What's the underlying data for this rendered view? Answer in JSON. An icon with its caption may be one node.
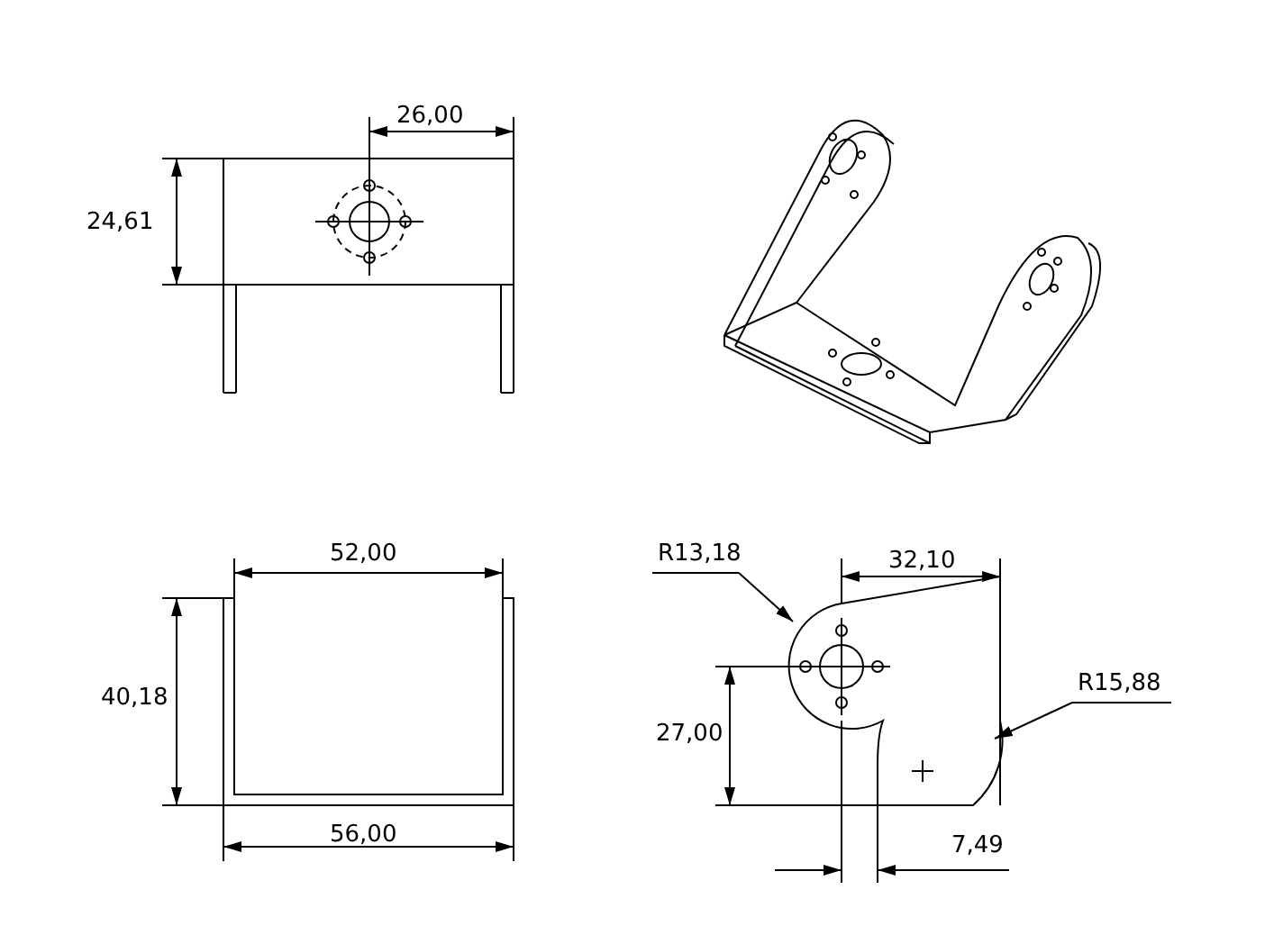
{
  "diagram": {
    "labels": [
      "26,00",
      "24,61",
      "52,00",
      "40,18",
      "56,00",
      "R13,18",
      "32,10",
      "R15,88",
      "27,00",
      "7,49"
    ]
  }
}
